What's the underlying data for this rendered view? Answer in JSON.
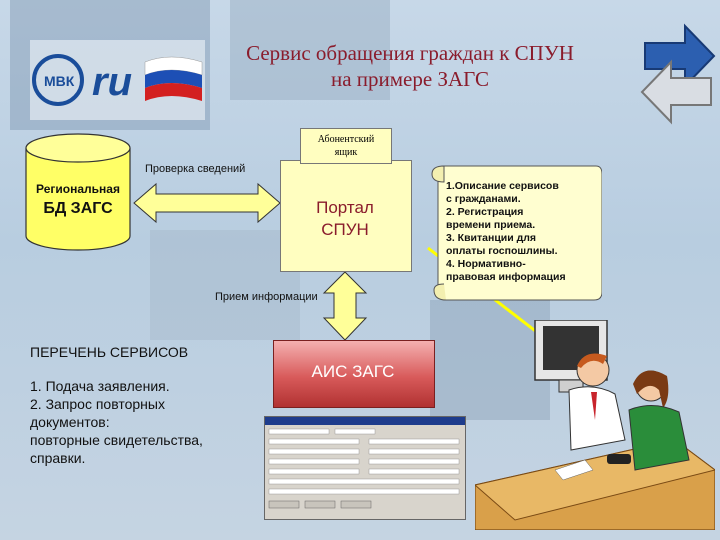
{
  "title": {
    "line1": "Сервис обращения граждан к СПУН",
    "line2": "на примере   ЗАГС"
  },
  "logo": {
    "text": "ru"
  },
  "database": {
    "label_small": "Региональная",
    "label_big": "БД ЗАГС"
  },
  "edges": {
    "check": "Проверка сведений",
    "receive": "Прием информации"
  },
  "abonent_box": {
    "line1": "Абонентский",
    "line2": "ящик"
  },
  "portal": {
    "line1": "Портал",
    "line2": "СПУН"
  },
  "scroll": {
    "items": [
      "1.Описание сервисов",
      "с гражданами.",
      "2. Регистрация",
      "времени приема.",
      "3. Квитанции для",
      "оплаты госпошлины.",
      "4. Нормативно-",
      "правовая информация"
    ]
  },
  "ais": {
    "label": "АИС ЗАГС"
  },
  "services": {
    "title": "ПЕРЕЧЕНЬ СЕРВИСОВ",
    "items": [
      "1. Подача заявления.",
      "2. Запрос повторных",
      "документов:",
      "повторные свидетельства,",
      "справки."
    ]
  },
  "colors": {
    "title": "#8a1c2c",
    "portal_fill": "#fffec0",
    "db_fill": "#ffff66",
    "ais_fill": "#d85a5a",
    "arrow_fill": "#ffff99"
  }
}
